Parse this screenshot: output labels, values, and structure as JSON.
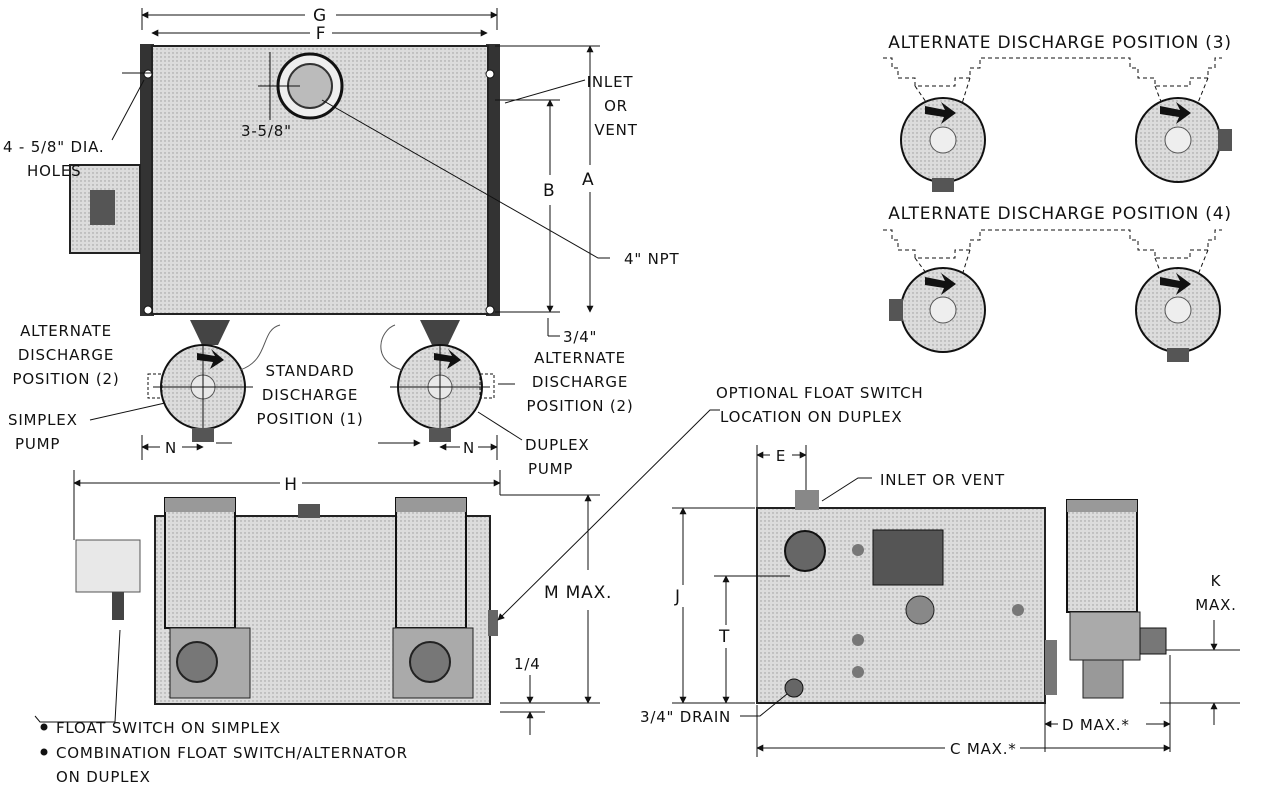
{
  "dims": {
    "G": "G",
    "F": "F",
    "A": "A",
    "B": "B",
    "H": "H",
    "M": "M MAX.",
    "J": "J",
    "T": "T",
    "E": "E",
    "K": "K",
    "K2": "MAX.",
    "C": "C MAX.*",
    "D": "D MAX.*",
    "N": "N",
    "quarter": "1/4",
    "three_quarter": "3/4\"",
    "three_5_8": "3-5/8\""
  },
  "labels": {
    "holes": [
      "4 - 5/8\" DIA.",
      "HOLES"
    ],
    "inlet_vent": [
      "INLET",
      "OR",
      "VENT"
    ],
    "npt": "4\" NPT",
    "alt2_left": [
      "ALTERNATE",
      "DISCHARGE",
      "POSITION (2)"
    ],
    "alt2_right": [
      "ALTERNATE",
      "DISCHARGE",
      "POSITION (2)"
    ],
    "simplex": [
      "SIMPLEX",
      "PUMP"
    ],
    "duplex": [
      "DUPLEX",
      "PUMP"
    ],
    "standard": [
      "STANDARD",
      "DISCHARGE",
      "POSITION (1)"
    ],
    "alt3": "ALTERNATE DISCHARGE POSITION (3)",
    "alt4": "ALTERNATE DISCHARGE POSITION (4)",
    "optional_float": [
      "OPTIONAL FLOAT SWITCH",
      "LOCATION ON DUPLEX"
    ],
    "inlet_or_vent": "INLET OR VENT",
    "drain": "3/4\" DRAIN",
    "float_simplex": "FLOAT SWITCH ON SIMPLEX",
    "combo": [
      "COMBINATION FLOAT SWITCH/ALTERNATOR",
      "ON DUPLEX"
    ]
  },
  "colors": {
    "ink": "#111111",
    "tank": "#d9d9d9",
    "tank_dark": "#a8a8a8",
    "paper": "#ffffff"
  }
}
